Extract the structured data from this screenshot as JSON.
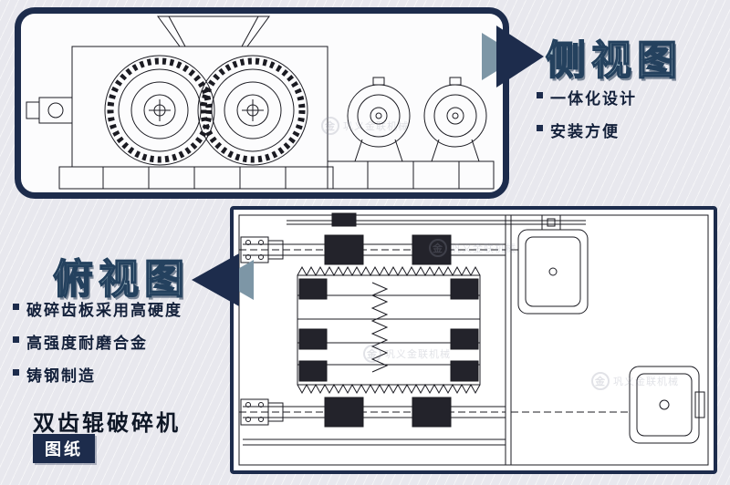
{
  "colors": {
    "navy": "#1d2c4c",
    "title_fill": "#a9bfca",
    "background": "#e8e8ee"
  },
  "side_view": {
    "title": "侧视图",
    "features": [
      "一体化设计",
      "安装方便"
    ]
  },
  "top_view": {
    "title": "俯视图",
    "features": [
      "破碎齿板采用高硬度",
      "高强度耐磨合金",
      "铸钢制造"
    ]
  },
  "product": {
    "name": "双齿辊破碎机",
    "tag": "图纸"
  },
  "watermark": {
    "text": "巩义金联机械"
  }
}
